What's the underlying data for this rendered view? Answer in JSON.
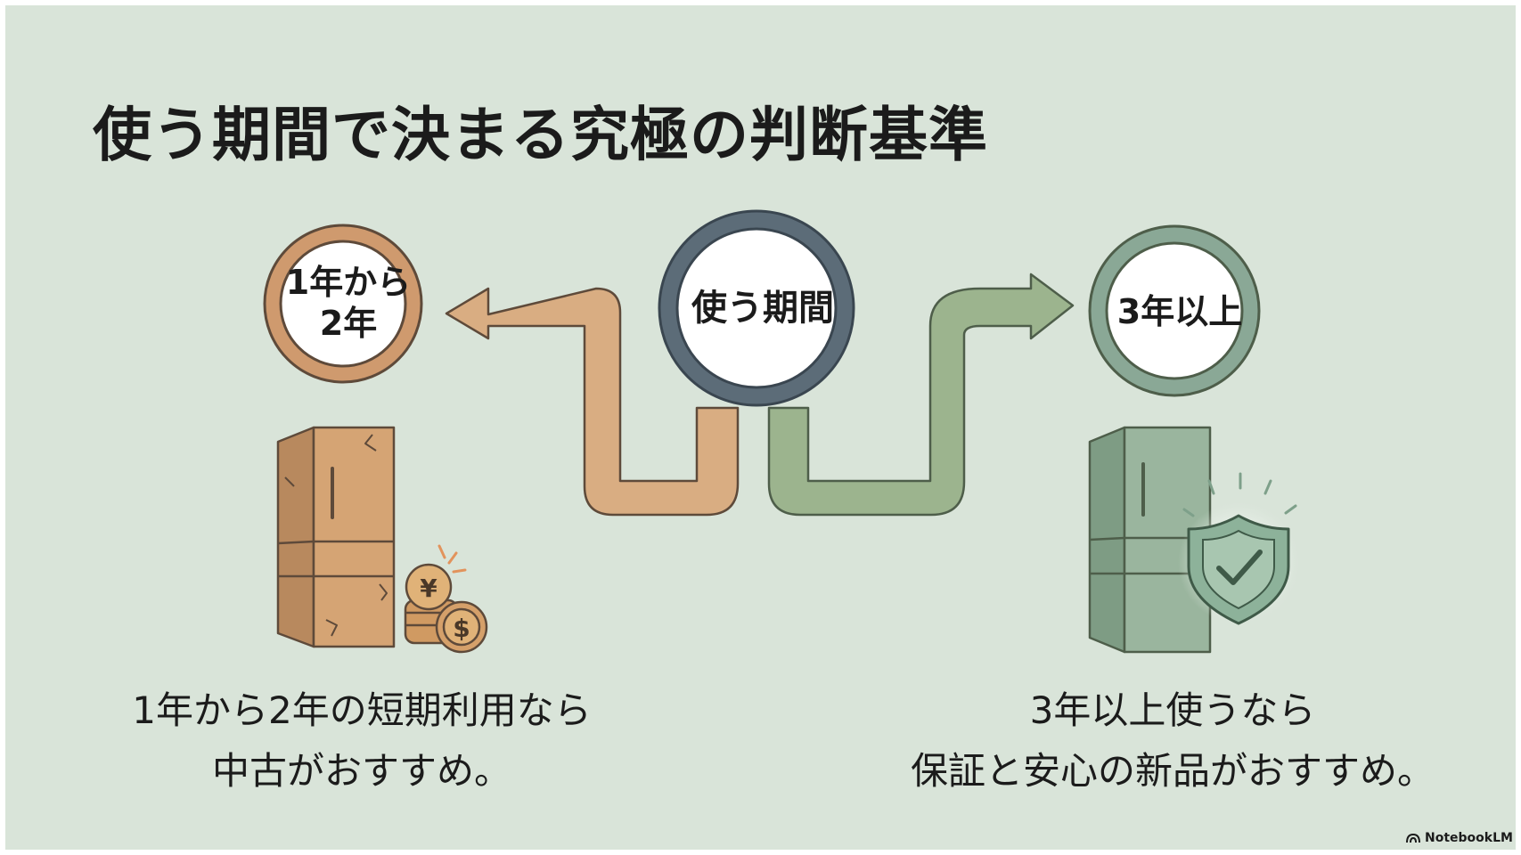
{
  "title": "使う期間で決まる究極の判断基準",
  "nodes": {
    "left": {
      "label_line1": "1年から",
      "label_line2": "2年"
    },
    "center": {
      "label": "使う期間"
    },
    "right": {
      "label": "3年以上"
    }
  },
  "captions": {
    "left": {
      "line1": "1年から2年の短期利用なら",
      "line2": "中古がおすすめ。"
    },
    "right": {
      "line1": "3年以上使うなら",
      "line2": "保証と安心の新品がおすすめ。"
    }
  },
  "branding": "NotebookLM",
  "colors": {
    "background": "#d9e4d9",
    "left_accent": "#cf9a6e",
    "center_accent": "#5c6c78",
    "right_accent": "#8aa896",
    "left_arrow": "#d9ad82",
    "right_arrow": "#9cb48e"
  },
  "icons": [
    "used-fridge-icon",
    "yen-coin-icon",
    "dollar-coin-icon",
    "new-fridge-icon",
    "shield-check-icon",
    "notebooklm-logo-icon"
  ]
}
